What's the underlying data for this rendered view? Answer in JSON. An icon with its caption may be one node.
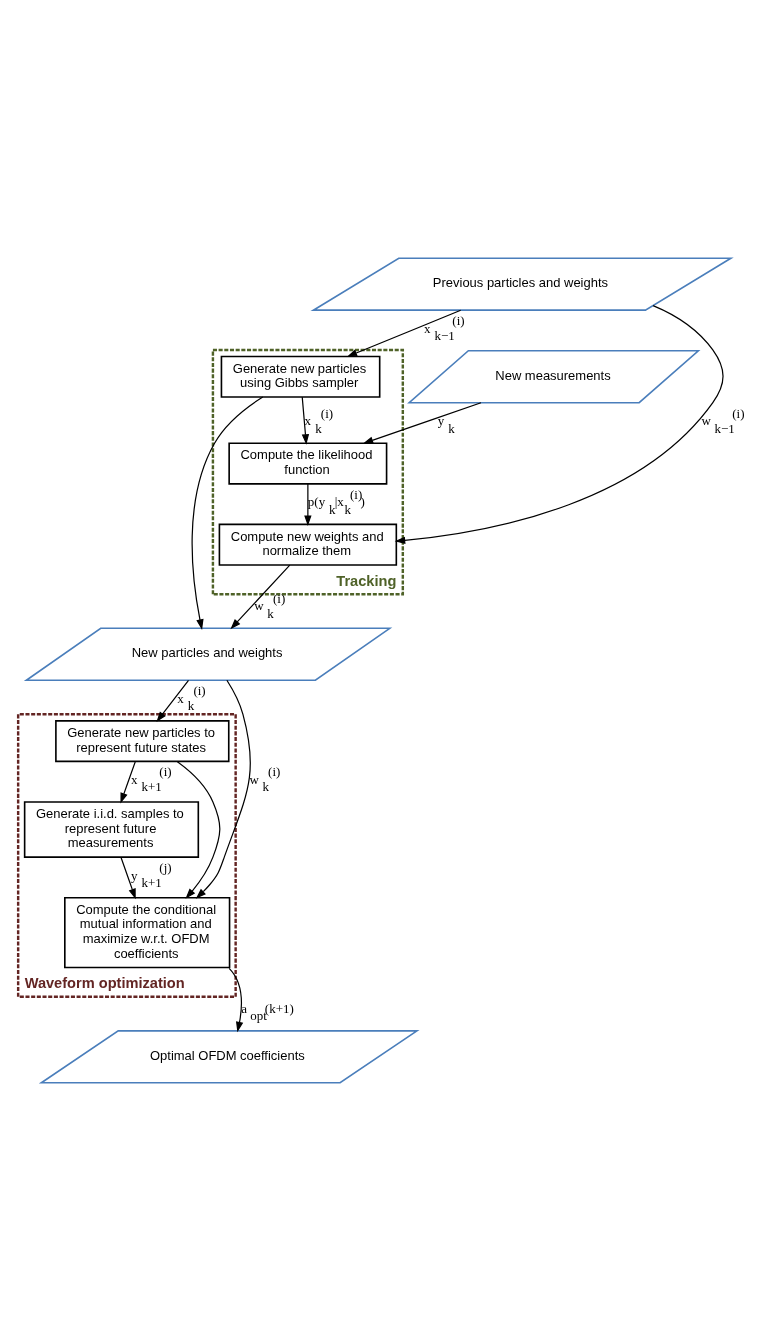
{
  "diagram": {
    "nodes": [
      {
        "text": [
          "Previous particles and weights"
        ]
      },
      {
        "text": [
          "New measurements"
        ]
      },
      {
        "text": [
          "Tracking"
        ]
      },
      {
        "text": [
          "Generate new particles using Gibbs sampler"
        ],
        "in": 2
      },
      {
        "text": [
          "Compute the likelihood function"
        ],
        "in": 2
      },
      {
        "text": [
          "Compute new weights and normalize them"
        ],
        "in": 2
      },
      {
        "text": [
          "New particles and weights"
        ]
      },
      {
        "text": [
          "Waveform optimization"
        ]
      },
      {
        "text": [
          "Generate new particles to represent future states"
        ],
        "in": 7
      },
      {
        "text": [
          "Generate i.i.d. samples to represent future measurements"
        ],
        "in": 7
      },
      {
        "text": [
          "Compute the conditional mutual information and maximize w.r.t. OFDM coefficients"
        ],
        "in": 7
      },
      {
        "text": [
          "Optimal OFDM coefficients"
        ]
      }
    ],
    "edges": [
      {
        "from": 0,
        "to": 3,
        "arrow": "to",
        "label": "x$_{k−1}$$^{(i)}$"
      },
      {
        "from": 0,
        "to": 5,
        "arrow": "to",
        "label": "w$_{k−1}$$^{(i)}$"
      },
      {
        "from": 1,
        "to": 4,
        "arrow": "to",
        "label": "y$_{k}$"
      },
      {
        "from": 3,
        "to": 4,
        "arrow": "to",
        "label": "x$_{k}$$^{(i)}$"
      },
      {
        "from": 3,
        "to": 6,
        "arrow": "to"
      },
      {
        "from": 4,
        "to": 5,
        "arrow": "to",
        "label": "p(y$_{k}$|x$_{k}$$^{(i)}$)"
      },
      {
        "from": 5,
        "to": 6,
        "arrow": "to",
        "label": "w$_{k}$$^{(i)}$"
      },
      {
        "from": 6,
        "to": 10,
        "arrow": "to",
        "label": "w$_{k}$$^{(i)}$"
      },
      {
        "from": 6,
        "to": 8,
        "arrow": "to",
        "label": "x$_{k}$$^{(i)}$"
      },
      {
        "from": 8,
        "to": 9,
        "arrow": "to",
        "label": "x$_{k+1}$$^{(i)}$"
      },
      {
        "from": 8,
        "to": 10,
        "arrow": "to"
      },
      {
        "from": 9,
        "to": 10,
        "arrow": "to",
        "label": "y$_{k+1}$$^{(j)}$"
      },
      {
        "from": 10,
        "to": 11,
        "arrow": "to",
        "label": "a$_{opt}$(k+1)"
      }
    ]
  }
}
